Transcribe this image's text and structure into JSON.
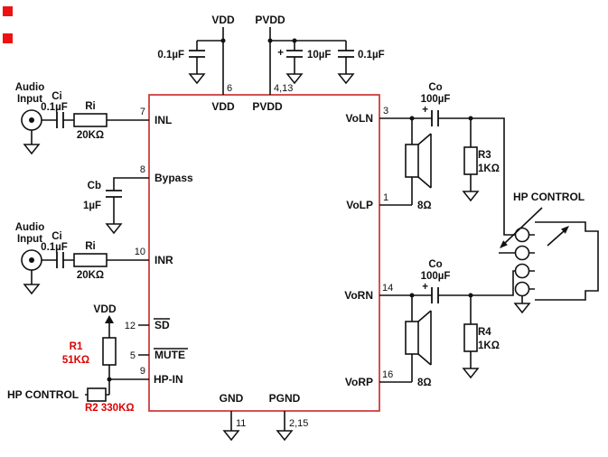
{
  "colors": {
    "background": "#ffffff",
    "wire": "#111111",
    "ic_outline": "#cc3333",
    "red_text": "#dd0000",
    "marker": "#ee1111",
    "component_fill": "#ffffff"
  },
  "power": {
    "vdd": {
      "label": "VDD",
      "pin_number": "6",
      "pin_name": "VDD",
      "decap_value": "0.1µF"
    },
    "pvdd": {
      "label": "PVDD",
      "pin_number": "4,13",
      "pin_name": "PVDD",
      "bulk_plus": "+",
      "bulk_value": "10µF",
      "decap_value": "0.1µF"
    },
    "gnd": {
      "pin_name": "GND",
      "pin_number": "11"
    },
    "pgnd": {
      "pin_name": "PGND",
      "pin_number": "2,15"
    }
  },
  "inputs": {
    "inl": {
      "label_1": "Audio",
      "label_2": "Input",
      "cap_name": "Ci",
      "cap_value": "0.1µF",
      "res_name": "Ri",
      "res_value": "20KΩ",
      "pin_number": "7",
      "pin_name": "INL"
    },
    "inr": {
      "label_1": "Audio",
      "label_2": "Input",
      "cap_name": "Ci",
      "cap_value": "0.1µF",
      "res_name": "Ri",
      "res_value": "20KΩ",
      "pin_number": "10",
      "pin_name": "INR"
    }
  },
  "bypass": {
    "pin_number": "8",
    "pin_name": "Bypass",
    "cap_name": "Cb",
    "cap_value": "1µF"
  },
  "control": {
    "vdd_label": "VDD",
    "r1_name": "R1",
    "r1_value": "51KΩ",
    "sd_number": "12",
    "sd_name": "SD",
    "mute_number": "5",
    "mute_name": "MUTE",
    "hpin_number": "9",
    "hpin_name": "HP-IN",
    "hp_control_label": "HP CONTROL",
    "r2_label": "R2 330KΩ"
  },
  "outputs": {
    "left": {
      "von_number": "3",
      "von_name": "VoLN",
      "vop_number": "1",
      "vop_name": "VoLP",
      "cap_name": "Co",
      "cap_value": "100µF",
      "cap_plus": "+",
      "res_name": "R3",
      "res_value": "1KΩ",
      "speaker": "8Ω"
    },
    "right": {
      "von_number": "14",
      "von_name": "VoRN",
      "vop_number": "16",
      "vop_name": "VoRP",
      "cap_name": "Co",
      "cap_value": "100µF",
      "cap_plus": "+",
      "res_name": "R4",
      "res_value": "1KΩ",
      "speaker": "8Ω"
    }
  },
  "headphone": {
    "label": "HP CONTROL"
  }
}
